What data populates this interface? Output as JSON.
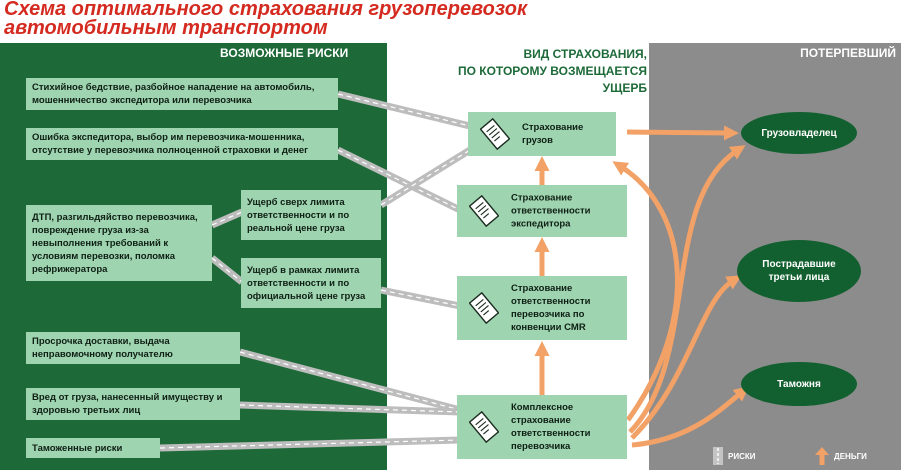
{
  "title": {
    "line1": "Схема оптимального страхования грузоперевозок",
    "line2": "автомобильным транспортом"
  },
  "headers": {
    "risks": "ВОЗМОЖНЫЕ РИСКИ",
    "insurance_line1": "ВИД СТРАХОВАНИЯ,",
    "insurance_line2": "ПО КОТОРОМУ ВОЗМЕЩАЕТСЯ",
    "insurance_line3": "УЩЕРБ",
    "victim": "ПОТЕРПЕВШИЙ"
  },
  "risks": [
    "Стихийное бедствие, разбойное нападение на автомобиль, мошенничество экспедитора или перевозчика",
    "Ошибка экспедитора, выбор им перевозчика-мошенника, отсутствие у перевозчика полноценной страховки и денег",
    "ДТП, разгильдяйство перевозчика, повреждение груза из-за невыполнения требований к условиям перевозки, поломка рефрижератора",
    "Просрочка доставки, выдача неправомочному получателю",
    "Вред от груза, нанесенный имуществу и здоровью третьих лиц",
    "Таможенные риски"
  ],
  "sub_risks": [
    "Ущерб сверх лимита ответственности и по реальной цене груза",
    "Ущерб в рамках лимита ответственности и по официальной цене груза"
  ],
  "insurance": [
    "Страхование грузов",
    "Страхование ответственности экспедитора",
    "Страхование ответственности перевозчика по конвенции CMR",
    "Комплексное страхование ответственности перевозчика"
  ],
  "victims": [
    "Грузовладелец",
    "Пострадавшие третьи лица",
    "Таможня"
  ],
  "legend": {
    "risks": "РИСКИ",
    "money": "ДЕНЬГИ"
  },
  "colors": {
    "title": "#d42a1f",
    "risks_panel": "#1d6a38",
    "victim_panel": "#8c8c8c",
    "box": "#9fd4b0",
    "money_arrow": "#f2a167",
    "risk_road": "#b9b9b9"
  }
}
